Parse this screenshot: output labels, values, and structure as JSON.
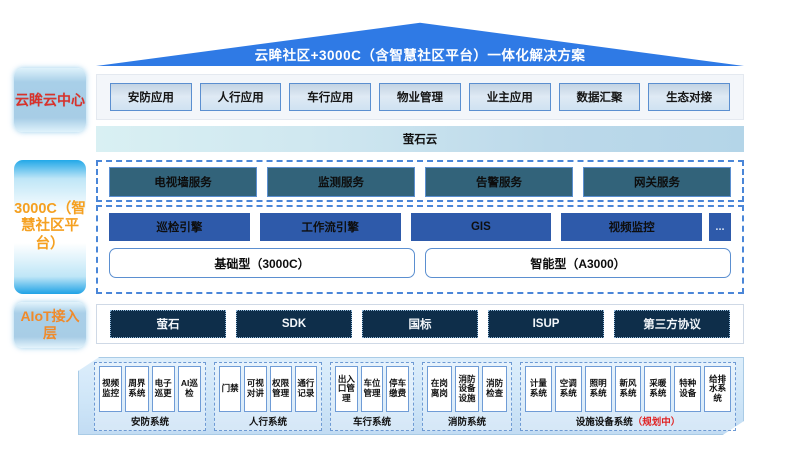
{
  "banner": {
    "title": "云眸社区+3000C（含智慧社区平台）一体化解决方案",
    "color": "#2f7ae5"
  },
  "rail": {
    "cloud": {
      "label": "云眸云中心",
      "color": "#d9322b"
    },
    "platform": {
      "label": "3000C（智慧社区平台）",
      "color": "#f5a020"
    },
    "aiot": {
      "label": "AIoT接入层",
      "color": "#f08a2a"
    }
  },
  "apps": {
    "items": [
      {
        "label": "安防应用"
      },
      {
        "label": "人行应用"
      },
      {
        "label": "车行应用"
      },
      {
        "label": "物业管理"
      },
      {
        "label": "业主应用"
      },
      {
        "label": "数据汇聚"
      },
      {
        "label": "生态对接"
      }
    ]
  },
  "cloud_band": {
    "label": "萤石云"
  },
  "services": {
    "items": [
      {
        "label": "电视墙服务"
      },
      {
        "label": "监测服务"
      },
      {
        "label": "告警服务"
      },
      {
        "label": "网关服务"
      }
    ]
  },
  "engines": {
    "items": [
      {
        "label": "巡检引擎"
      },
      {
        "label": "工作流引擎"
      },
      {
        "label": "GIS"
      },
      {
        "label": "视频监控"
      }
    ],
    "more_label": "..."
  },
  "platform_types": {
    "items": [
      {
        "label": "基础型（3000C）"
      },
      {
        "label": "智能型（A3000）"
      }
    ]
  },
  "protocols": {
    "items": [
      {
        "label": "萤石"
      },
      {
        "label": "SDK"
      },
      {
        "label": "国标"
      },
      {
        "label": "ISUP"
      },
      {
        "label": "第三方协议"
      }
    ]
  },
  "device_groups": [
    {
      "title": "安防系统",
      "note": "",
      "cells": [
        {
          "label": "视频监控"
        },
        {
          "label": "周界系统"
        },
        {
          "label": "电子巡更"
        },
        {
          "label": "AI巡检"
        }
      ]
    },
    {
      "title": "人行系统",
      "note": "",
      "cells": [
        {
          "label": "门禁"
        },
        {
          "label": "可视对讲"
        },
        {
          "label": "权限管理"
        },
        {
          "label": "通行记录"
        }
      ]
    },
    {
      "title": "车行系统",
      "note": "",
      "cells": [
        {
          "label": "出入口管理"
        },
        {
          "label": "车位管理"
        },
        {
          "label": "停车缴费"
        }
      ]
    },
    {
      "title": "消防系统",
      "note": "",
      "cells": [
        {
          "label": "在岗离岗"
        },
        {
          "label": "消防设备设施"
        },
        {
          "label": "消防检查"
        }
      ]
    },
    {
      "title": "设施设备系统",
      "note": "（规划中）",
      "cells": [
        {
          "label": "计量系统"
        },
        {
          "label": "空调系统"
        },
        {
          "label": "照明系统"
        },
        {
          "label": "新风系统"
        },
        {
          "label": "采暖系统"
        },
        {
          "label": "特种设备"
        },
        {
          "label": "给排水系统"
        }
      ]
    }
  ]
}
